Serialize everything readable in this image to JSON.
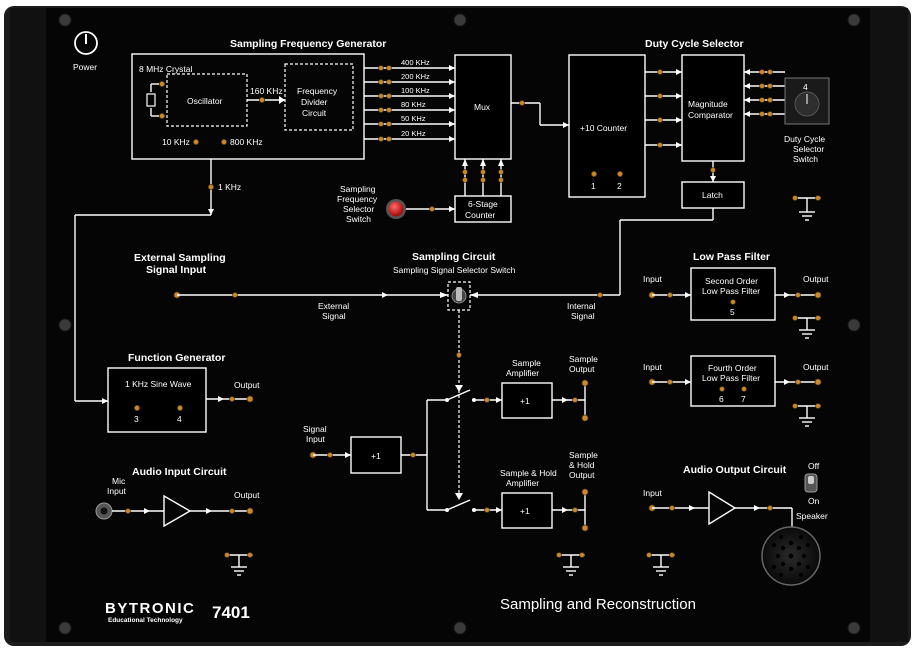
{
  "panel": {
    "title": "Sampling and Reconstruction",
    "brand": "BYTRONIC",
    "brand_sub": "Educational Technology",
    "model": "7401",
    "power_label": "Power"
  },
  "sfg": {
    "title": "Sampling Frequency Generator",
    "crystal": "8 MHz Crystal",
    "oscillator": "Oscillator",
    "f160": "160 KHz",
    "divider_1": "Frequency",
    "divider_2": "Divider",
    "divider_3": "Circuit",
    "f10": "10 KHz",
    "f800": "800 KHz",
    "f1": "1 KHz",
    "outputs": [
      "400 KHz",
      "200 KHz",
      "100 KHz",
      "80 KHz",
      "50 KHz",
      "20 KHz"
    ],
    "mux": "Mux",
    "counter6": [
      "6-Stage",
      "Counter"
    ],
    "selector_switch": [
      "Sampling",
      "Frequency",
      "Selector",
      "Switch"
    ]
  },
  "duty": {
    "title": "Duty Cycle Selector",
    "counter10": "+10 Counter",
    "pins": [
      "1",
      "2"
    ],
    "comparator": [
      "Magnitude",
      "Comparator"
    ],
    "latch": "Latch",
    "switch_label": [
      "Duty Cycle",
      "Selector",
      "Switch"
    ],
    "switch_value": "4"
  },
  "ext": {
    "title_1": "External Sampling",
    "title_2": "Signal Input",
    "ext_signal": [
      "External",
      "Signal"
    ],
    "int_signal": [
      "Internal",
      "Signal"
    ]
  },
  "sampling": {
    "title": "Sampling Circuit",
    "subtitle": "Sampling Signal Selector Switch"
  },
  "funcgen": {
    "title": "Function Generator",
    "wave": "1 KHz Sine Wave",
    "pins": [
      "3",
      "4"
    ],
    "output": "Output"
  },
  "amp": {
    "signal_input": [
      "Signal",
      "Input"
    ],
    "buffer": "+1",
    "sample_amp": [
      "Sample",
      "Amplifier"
    ],
    "sample_out": [
      "Sample",
      "Output"
    ],
    "sh_amp": [
      "Sample & Hold",
      "Amplifier"
    ],
    "sh_out": [
      "Sample",
      "& Hold",
      "Output"
    ],
    "gain1": "+1",
    "gain2": "+1"
  },
  "lpf": {
    "title": "Low Pass Filter",
    "input": "Input",
    "output": "Output",
    "second": [
      "Second Order",
      "Low Pass Filter"
    ],
    "second_pin": "5",
    "fourth": [
      "Fourth Order",
      "Low Pass Filter"
    ],
    "fourth_pins": [
      "6",
      "7"
    ]
  },
  "audio_in": {
    "title": "Audio Input Circuit",
    "mic": [
      "Mic",
      "Input"
    ],
    "output": "Output"
  },
  "audio_out": {
    "title": "Audio Output Circuit",
    "input": "Input",
    "off": "Off",
    "on": "On",
    "speaker": "Speaker"
  },
  "colors": {
    "panel": "#050505",
    "frame": "#1c1c1c",
    "socket": "#c88a2c",
    "switch_red": "#d21f1f",
    "text": "#ffffff"
  }
}
